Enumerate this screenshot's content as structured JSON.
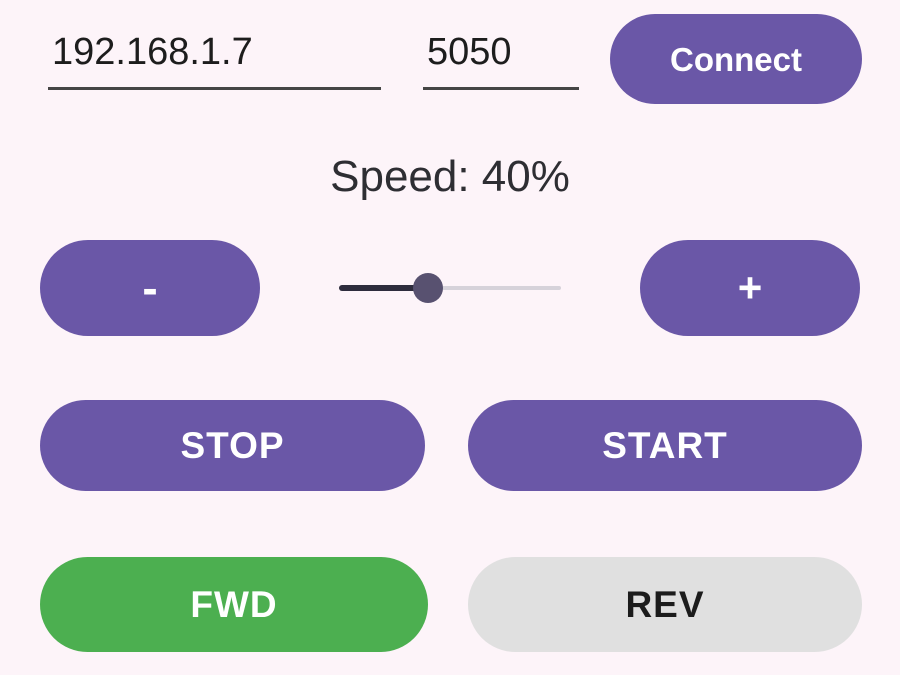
{
  "connection": {
    "ip_value": "192.168.1.7",
    "port_value": "5050",
    "connect_label": "Connect"
  },
  "speed": {
    "label": "Speed: 40%",
    "value_percent": 40,
    "decrease_label": "-",
    "increase_label": "+",
    "slider": {
      "min": 0,
      "max": 100,
      "value": 40
    }
  },
  "motor_controls": {
    "stop_label": "STOP",
    "start_label": "START",
    "fwd_label": "FWD",
    "rev_label": "REV"
  },
  "colors": {
    "background": "#FDF4F9",
    "primary_purple": "#6A57A7",
    "fwd_green": "#4CAF50",
    "rev_gray": "#E0E0E0",
    "slider_track_active": "#2E2C3D",
    "slider_track_inactive": "#D6D2DA",
    "slider_thumb": "#585170",
    "button_text_light": "#FFFFFF",
    "text_dark": "#2E2E33"
  }
}
